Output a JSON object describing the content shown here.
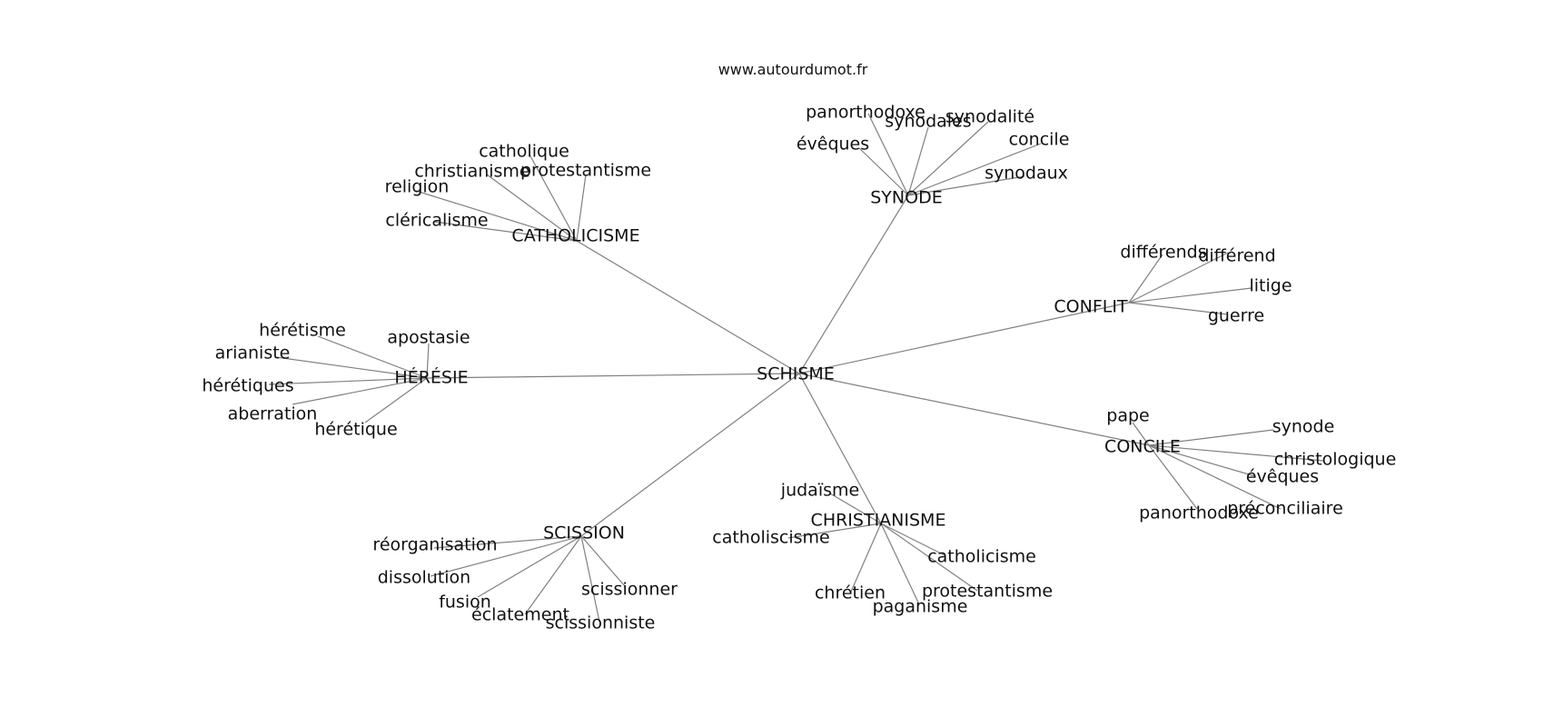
{
  "site_label": "www.autourdumot.fr",
  "center": "SCHISME",
  "clusters": [
    {
      "label": "SYNODE",
      "terms": [
        "panorthodoxe",
        "synodales",
        "synodalité",
        "évêques",
        "concile",
        "synodaux"
      ]
    },
    {
      "label": "CATHOLICISME",
      "terms": [
        "catholique",
        "christianisme",
        "protestantisme",
        "religion",
        "cléricalisme"
      ]
    },
    {
      "label": "CONFLIT",
      "terms": [
        "différends",
        "différend",
        "litige",
        "guerre"
      ]
    },
    {
      "label": "HÉRÉSIE",
      "terms": [
        "hérétisme",
        "arianiste",
        "apostasie",
        "hérétiques",
        "aberration",
        "hérétique"
      ]
    },
    {
      "label": "CONCILE",
      "terms": [
        "pape",
        "synode",
        "christologique",
        "évêques",
        "préconciliaire",
        "panorthodoxe"
      ]
    },
    {
      "label": "CHRISTIANISME",
      "terms": [
        "judaïsme",
        "catholiscisme",
        "catholicisme",
        "chrétien",
        "protestantisme",
        "paganisme"
      ]
    },
    {
      "label": "SCISSION",
      "terms": [
        "réorganisation",
        "dissolution",
        "fusion",
        "éclatement",
        "scissionner",
        "scissionniste"
      ]
    }
  ]
}
